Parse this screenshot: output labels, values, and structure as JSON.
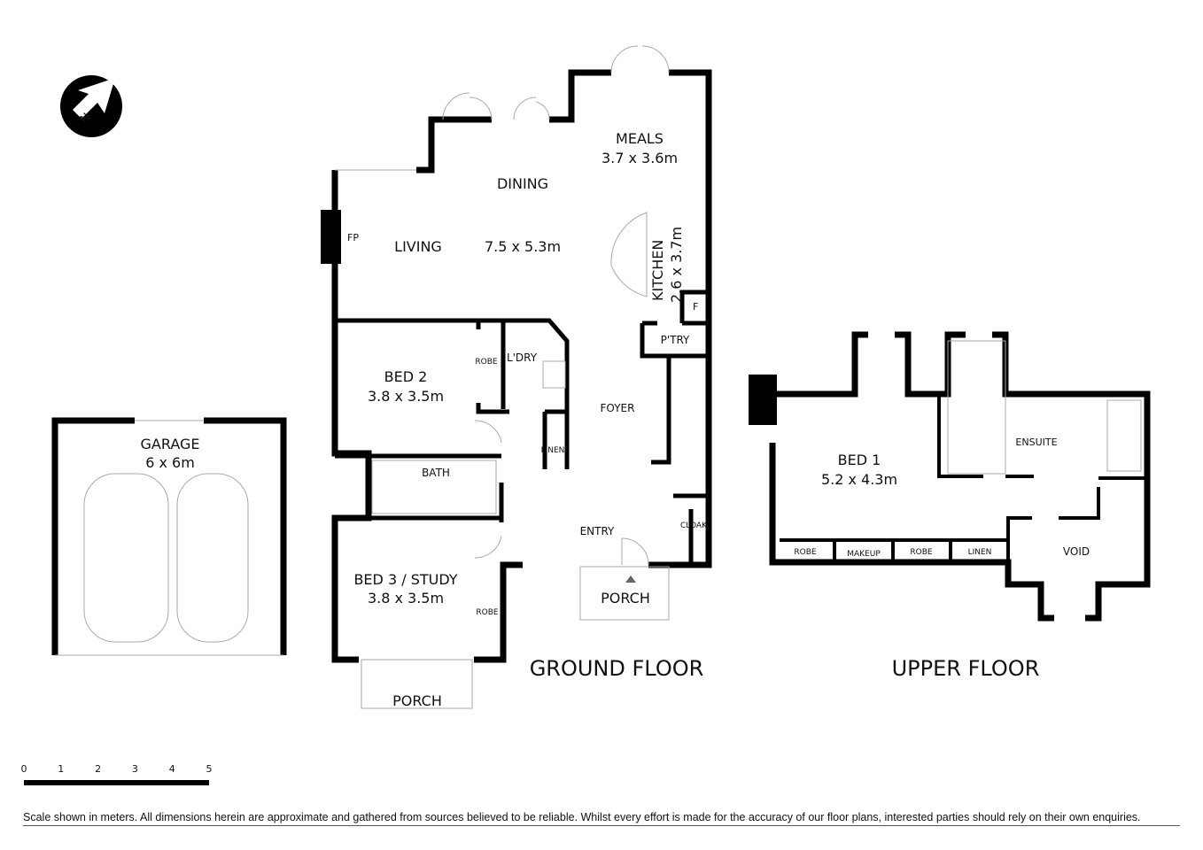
{
  "compass": {
    "letter": "N",
    "icon": "north-arrow-icon"
  },
  "garage": {
    "name": "GARAGE",
    "size": "6 x 6m"
  },
  "ground_floor": {
    "title": "GROUND FLOOR",
    "rooms": {
      "meals": {
        "name": "MEALS",
        "size": "3.7 x 3.6m"
      },
      "dining": {
        "name": "DINING"
      },
      "living": {
        "name": "LIVING",
        "size": "7.5 x 5.3m"
      },
      "fp": "FP",
      "kitchen": {
        "name": "KITCHEN",
        "size": "2.6 x 3.7m"
      },
      "fridge": "F",
      "pantry": "P'TRY",
      "bed2": {
        "name": "BED 2",
        "size": "3.8 x 3.5m"
      },
      "robe": "ROBE",
      "laundry": "L'DRY",
      "foyer": "FOYER",
      "linen": "LINEN",
      "bath": "BATH",
      "entry": "ENTRY",
      "cloak": "CLOAK",
      "porch": "PORCH",
      "bed3": {
        "name": "BED 3 / STUDY",
        "size": "3.8 x 3.5m"
      },
      "robe3": "ROBE",
      "porch2": "PORCH"
    }
  },
  "upper_floor": {
    "title": "UPPER FLOOR",
    "rooms": {
      "bed1": {
        "name": "BED 1",
        "size": "5.2 x 4.3m"
      },
      "ensuite": "ENSUITE",
      "robe_a": "ROBE",
      "makeup": "MAKEUP",
      "robe_b": "ROBE",
      "linen": "LINEN",
      "void": "VOID"
    }
  },
  "scale_bar": {
    "ticks": [
      "0",
      "1",
      "2",
      "3",
      "4",
      "5"
    ],
    "unit": "meters"
  },
  "disclaimer": "Scale shown in meters. All dimensions herein are approximate and gathered from sources believed to be  reliable. Whilst every effort is made for the accuracy of our floor plans, interested parties should rely on their own enquiries."
}
